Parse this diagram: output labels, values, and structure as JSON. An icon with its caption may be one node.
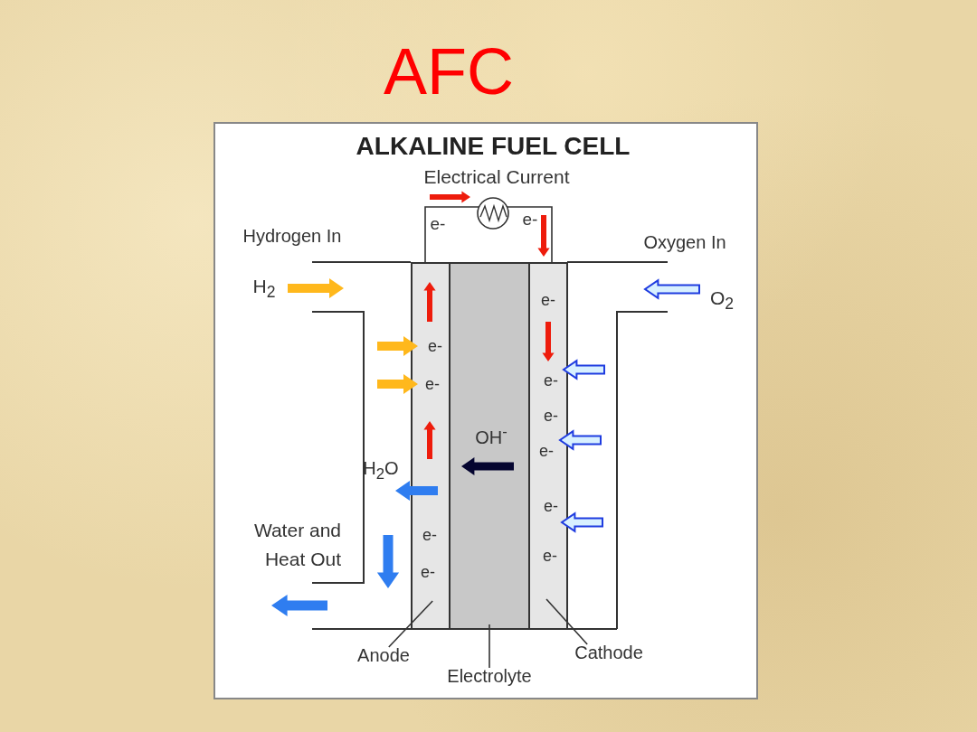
{
  "diagram": {
    "title": "AFC",
    "nodes": [
      {
        "text": [
          "Anode"
        ]
      },
      {
        "text": [],
        "shape": "bar"
      },
      {
        "text": [
          "Electrolyte"
        ]
      },
      {
        "text": [],
        "shape": "bar"
      },
      {
        "text": [
          "Cathode"
        ]
      },
      {
        "text": [],
        "shape": "bar"
      }
    ],
    "edges": [
      {
        "from": 1,
        "to": 5,
        "arrow": "none"
      },
      {
        "from": 0,
        "to": 1,
        "arrow": "none"
      },
      {
        "from": 2,
        "to": 3,
        "arrow": "none"
      },
      {
        "from": 4,
        "to": 5,
        "arrow": "none"
      }
    ],
    "labels": [
      "ALKALINE FUEL CELL",
      "Electrical Current",
      "e-",
      "e-",
      "Hydrogen In",
      "Oxygen In",
      "H$_{2}$",
      "O$_{2}$",
      "e-",
      "e-",
      "e-",
      "e-",
      "e-",
      "OH$^{-}$",
      "e-",
      "H$_{2}$O",
      "e-",
      "Water and Heat Out",
      "e-",
      "e-",
      "e-"
    ]
  }
}
